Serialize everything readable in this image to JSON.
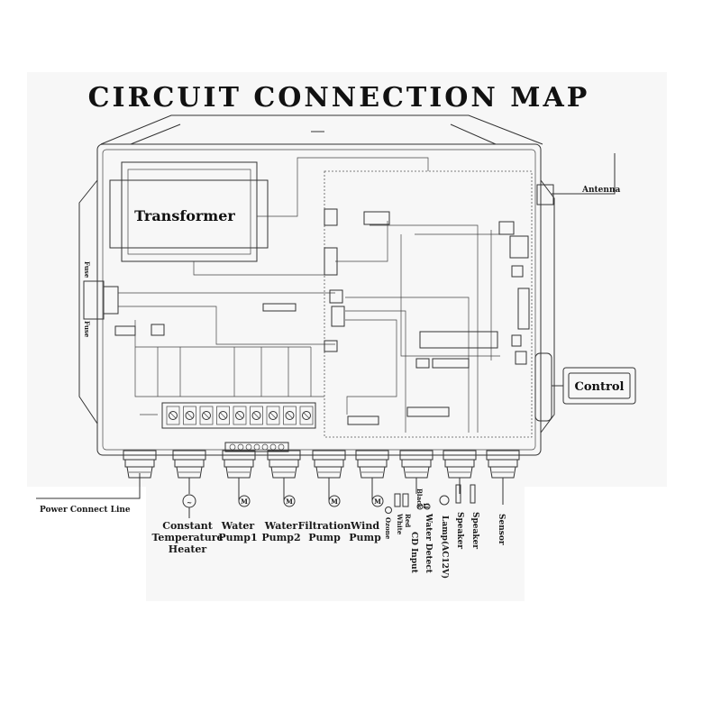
{
  "title": "CIRCUIT  CONNECTION  MAP",
  "components": {
    "transformer": "Transformer",
    "control": "Control",
    "antenna": "Antenna",
    "fuse_top": "Fuse",
    "fuse_bottom": "Fuse",
    "power_line": "Power Connect Line"
  },
  "bottom_labels": [
    {
      "id": "constant-temperature-heater",
      "lines": [
        "Constant",
        "Temperature",
        "Heater"
      ]
    },
    {
      "id": "water-pump1",
      "lines": [
        "Water",
        "Pump1"
      ]
    },
    {
      "id": "water-pump2",
      "lines": [
        "Water",
        "Pump2"
      ]
    },
    {
      "id": "filtration-pump",
      "lines": [
        "Filtration",
        "Pump"
      ]
    },
    {
      "id": "wind-pump",
      "lines": [
        "Wind",
        "Pump"
      ]
    }
  ],
  "vertical_labels": [
    {
      "id": "ozone",
      "text": "Ozone"
    },
    {
      "id": "white",
      "text": "White"
    },
    {
      "id": "red",
      "text": "Red"
    },
    {
      "id": "cd-input",
      "text": "CD Input"
    },
    {
      "id": "black",
      "text": "Black"
    },
    {
      "id": "ii",
      "text": "II"
    },
    {
      "id": "water-detect",
      "text": "Water Detect"
    },
    {
      "id": "lamp",
      "text": "Lamp(AC12V)"
    },
    {
      "id": "speaker-1",
      "text": "Speaker"
    },
    {
      "id": "speaker-2",
      "text": "Speaker"
    },
    {
      "id": "sensor",
      "text": "Sensor"
    }
  ],
  "motor_symbol": "M",
  "heater_symbol": "~"
}
